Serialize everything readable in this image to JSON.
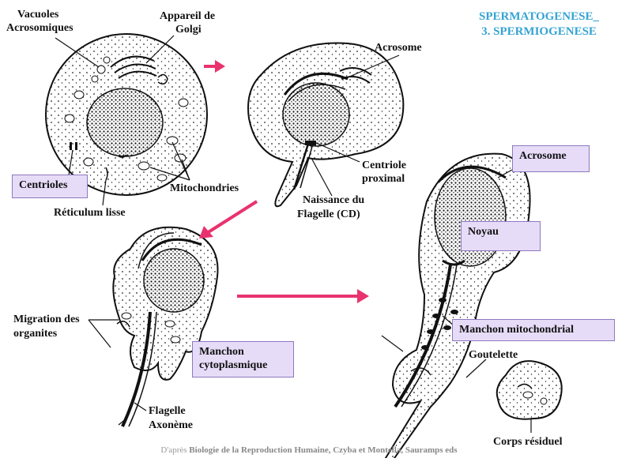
{
  "title": {
    "line1": "SPERMATOGENESE_",
    "line2": "3. SPERMIOGENESE"
  },
  "labels": {
    "vacuoles": "Vacuoles",
    "acrosomiques": "Acrosomiques",
    "appareil": "Appareil de",
    "golgi": "Golgi",
    "acrosome_top": "Acrosome",
    "centrioles": "Centrioles",
    "mitochondries": "Mitochondries",
    "reticulum": "Réticulum lisse",
    "centriole": "Centriole",
    "proximal": "proximal",
    "naissance": "Naissance du",
    "flagelle_cd": "Flagelle (CD)",
    "acrosome_box": "Acrosome",
    "noyau": "Noyau",
    "migration1": "Migration des",
    "migration2": "organites",
    "manchon1": "Manchon",
    "manchon2": "cytoplasmique",
    "flagelle": "Flagelle",
    "axoneme": "Axonème",
    "manchon_mito": "Manchon mitochondrial",
    "goutelette": "Goutelette",
    "corps": "Corps résiduel"
  },
  "credit": {
    "prefix": "D'après ",
    "source": "Biologie de la Reproduction Humaine, Czyba et Montella, Sauramps eds"
  },
  "colors": {
    "title": "#35a3d3",
    "arrow": "#e8336e",
    "box_fill": "#e7dcf8",
    "box_border": "#8d78c0"
  }
}
